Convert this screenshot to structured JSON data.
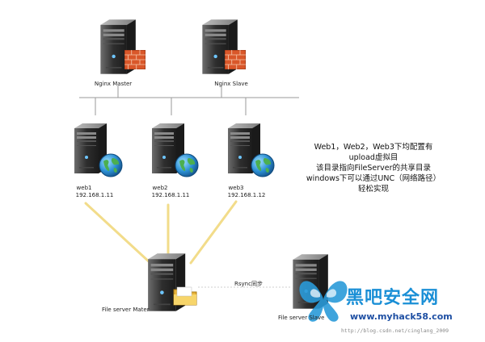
{
  "nodes": {
    "nginx_master": {
      "label": "Nginx Master"
    },
    "nginx_slave": {
      "label": "Nginx Slave"
    },
    "web1": {
      "name": "web1",
      "ip": "192.168.1.11"
    },
    "web2": {
      "name": "web2",
      "ip": "192.168.1.11"
    },
    "web3": {
      "name": "web3",
      "ip": "192.168.1.12"
    },
    "fs_master": {
      "label": "File server Mater"
    },
    "fs_slave": {
      "label": "File server Slave"
    }
  },
  "edges": {
    "rsync_label": "Rsync同步"
  },
  "note": {
    "lines": [
      "Web1，Web2，Web3下均配置有",
      "upload虚拟目",
      "该目录指向FileServer的共享目录",
      "windows下可以通过UNC（网络路径）",
      "轻松实现"
    ]
  },
  "brand": {
    "name": "黑吧安全网",
    "url": "www.myhack58.com",
    "watermark": "http://blog.csdn.net/cinglang_2009"
  },
  "colors": {
    "link_line": "#f2dc8a",
    "network_line": "#9a9a9a",
    "server_body": "#3b3b3b",
    "firewall": "#d9572a",
    "globe": "#2b8fd3",
    "folder": "#f2c84b",
    "brand_blue": "#1a8fd6"
  },
  "icons": {
    "firewall": "firewall-icon",
    "globe": "globe-icon",
    "folder": "folder-icon"
  }
}
